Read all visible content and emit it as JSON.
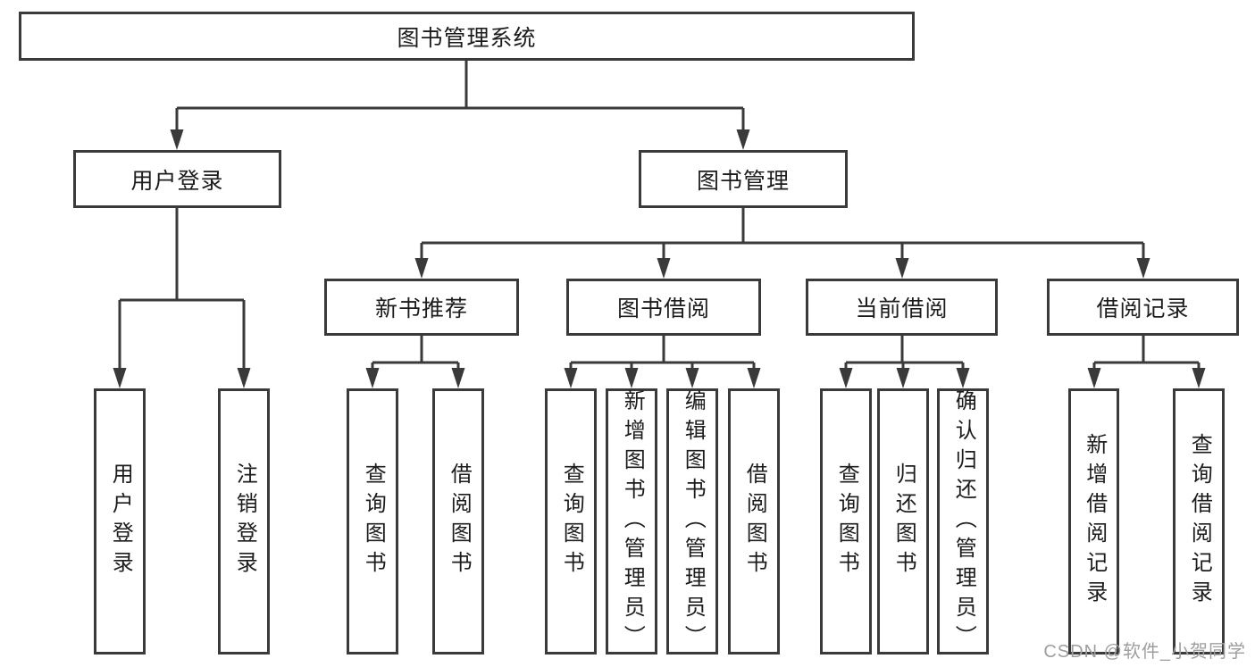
{
  "tree": {
    "root": "图书管理系统",
    "branches": [
      {
        "label": "用户登录",
        "children": [
          "用户登录",
          "注销登录"
        ]
      },
      {
        "label": "图书管理",
        "children": [
          {
            "label": "新书推荐",
            "children": [
              "查询图书",
              "借阅图书"
            ]
          },
          {
            "label": "图书借阅",
            "children": [
              "查询图书",
              "新增图书（管理员）",
              "编辑图书（管理员）",
              "借阅图书"
            ]
          },
          {
            "label": "当前借阅",
            "children": [
              "查询图书",
              "归还图书",
              "确认归还（管理员）"
            ]
          },
          {
            "label": "借阅记录",
            "children": [
              "新增借阅记录",
              "查询借阅记录"
            ]
          }
        ]
      }
    ]
  },
  "watermark": {
    "text": "CSDN @软件_小贺同学"
  },
  "colors": {
    "background": "#ffffff",
    "line": "#3a3a3a",
    "text": "#1c1c1c",
    "watermark": "#9e9e9e"
  }
}
